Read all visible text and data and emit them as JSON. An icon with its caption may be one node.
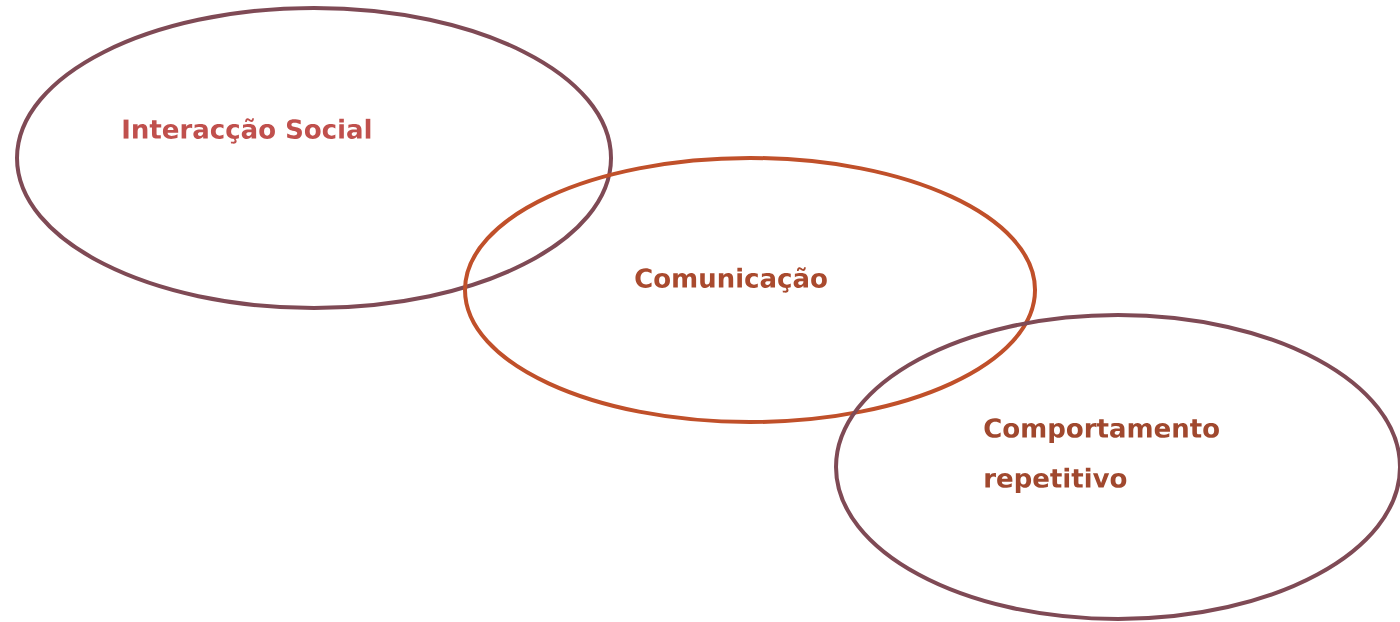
{
  "diagram": {
    "nodes": [
      {
        "text": [
          "Interacção Social"
        ]
      },
      {
        "text": [
          "Comunicação"
        ]
      },
      {
        "text": [
          "Comportamento repetitivo"
        ]
      }
    ]
  }
}
